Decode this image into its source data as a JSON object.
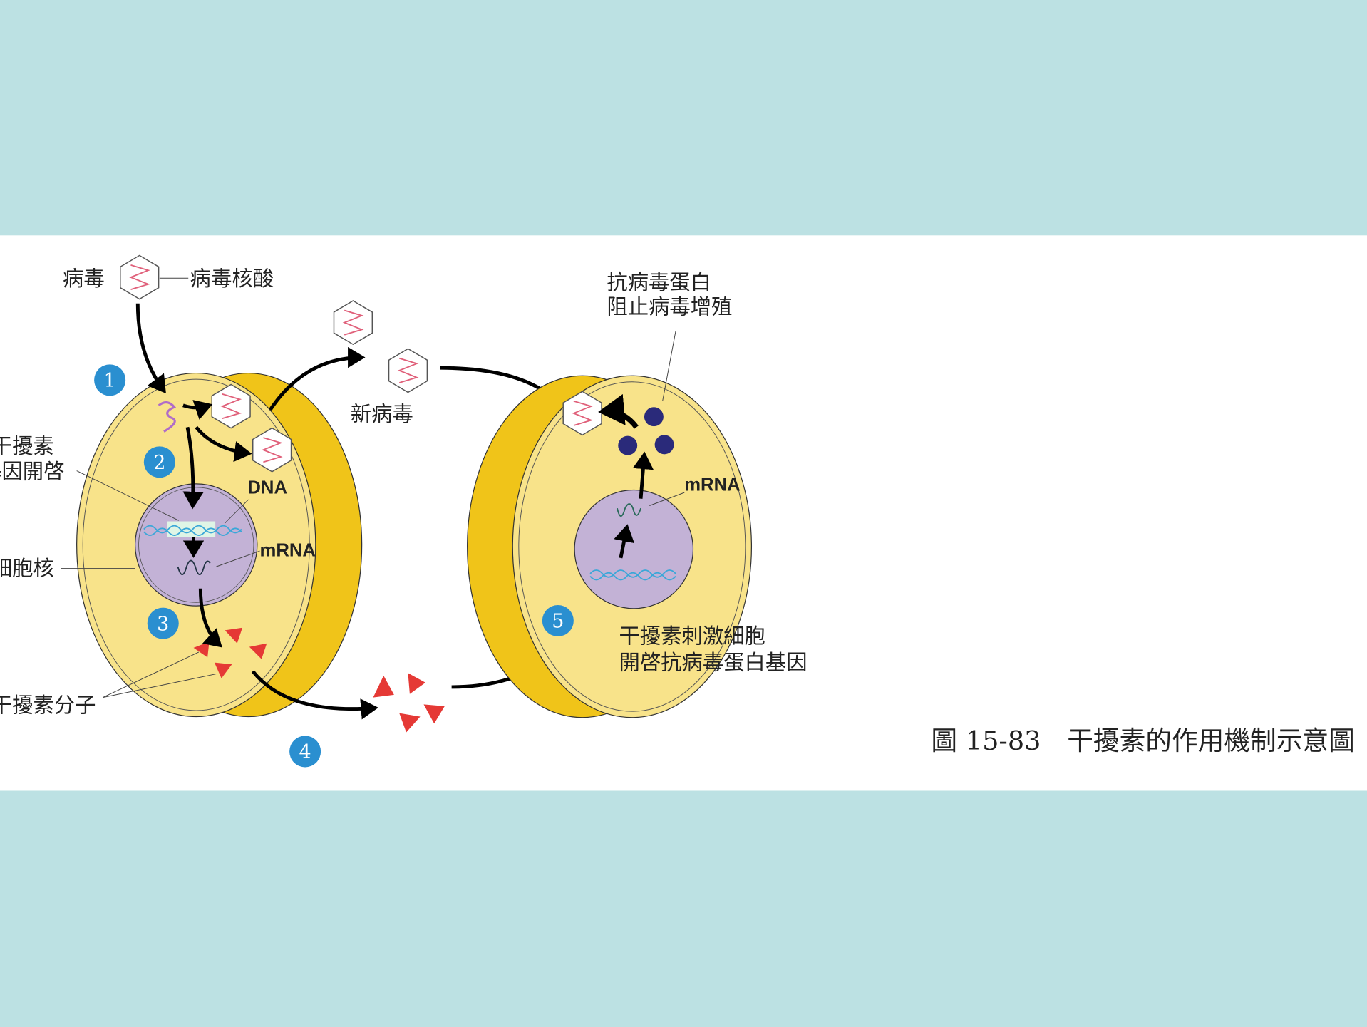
{
  "labels": {
    "virus": "病毒",
    "viral_nucleic_acid": "病毒核酸",
    "new_virus": "新病毒",
    "ifn_gene_line1": "干擾素",
    "ifn_gene_line2": "基因開啓",
    "nucleus": "細胞核",
    "ifn_molecule": "干擾素分子",
    "dna": "DNA",
    "mrna_left": "mRNA",
    "mrna_right": "mRNA",
    "antiviral_line1": "抗病毒蛋白",
    "antiviral_line2": "阻止病毒增殖",
    "stimulate_line1": "干擾素刺激細胞",
    "stimulate_line2": "開啓抗病毒蛋白基因"
  },
  "steps": [
    "1",
    "2",
    "3",
    "4",
    "5"
  ],
  "caption": "圖 15-83　干擾素的作用機制示意圖",
  "colors": {
    "background": "#bce1e3",
    "cell_face": "#f8e38a",
    "cell_rim": "#f0c419",
    "nucleus": "#c3b2d6",
    "step_badge": "#2a8fd0",
    "interferon": "#e53935",
    "antiviral_protein": "#2a2a7a"
  }
}
